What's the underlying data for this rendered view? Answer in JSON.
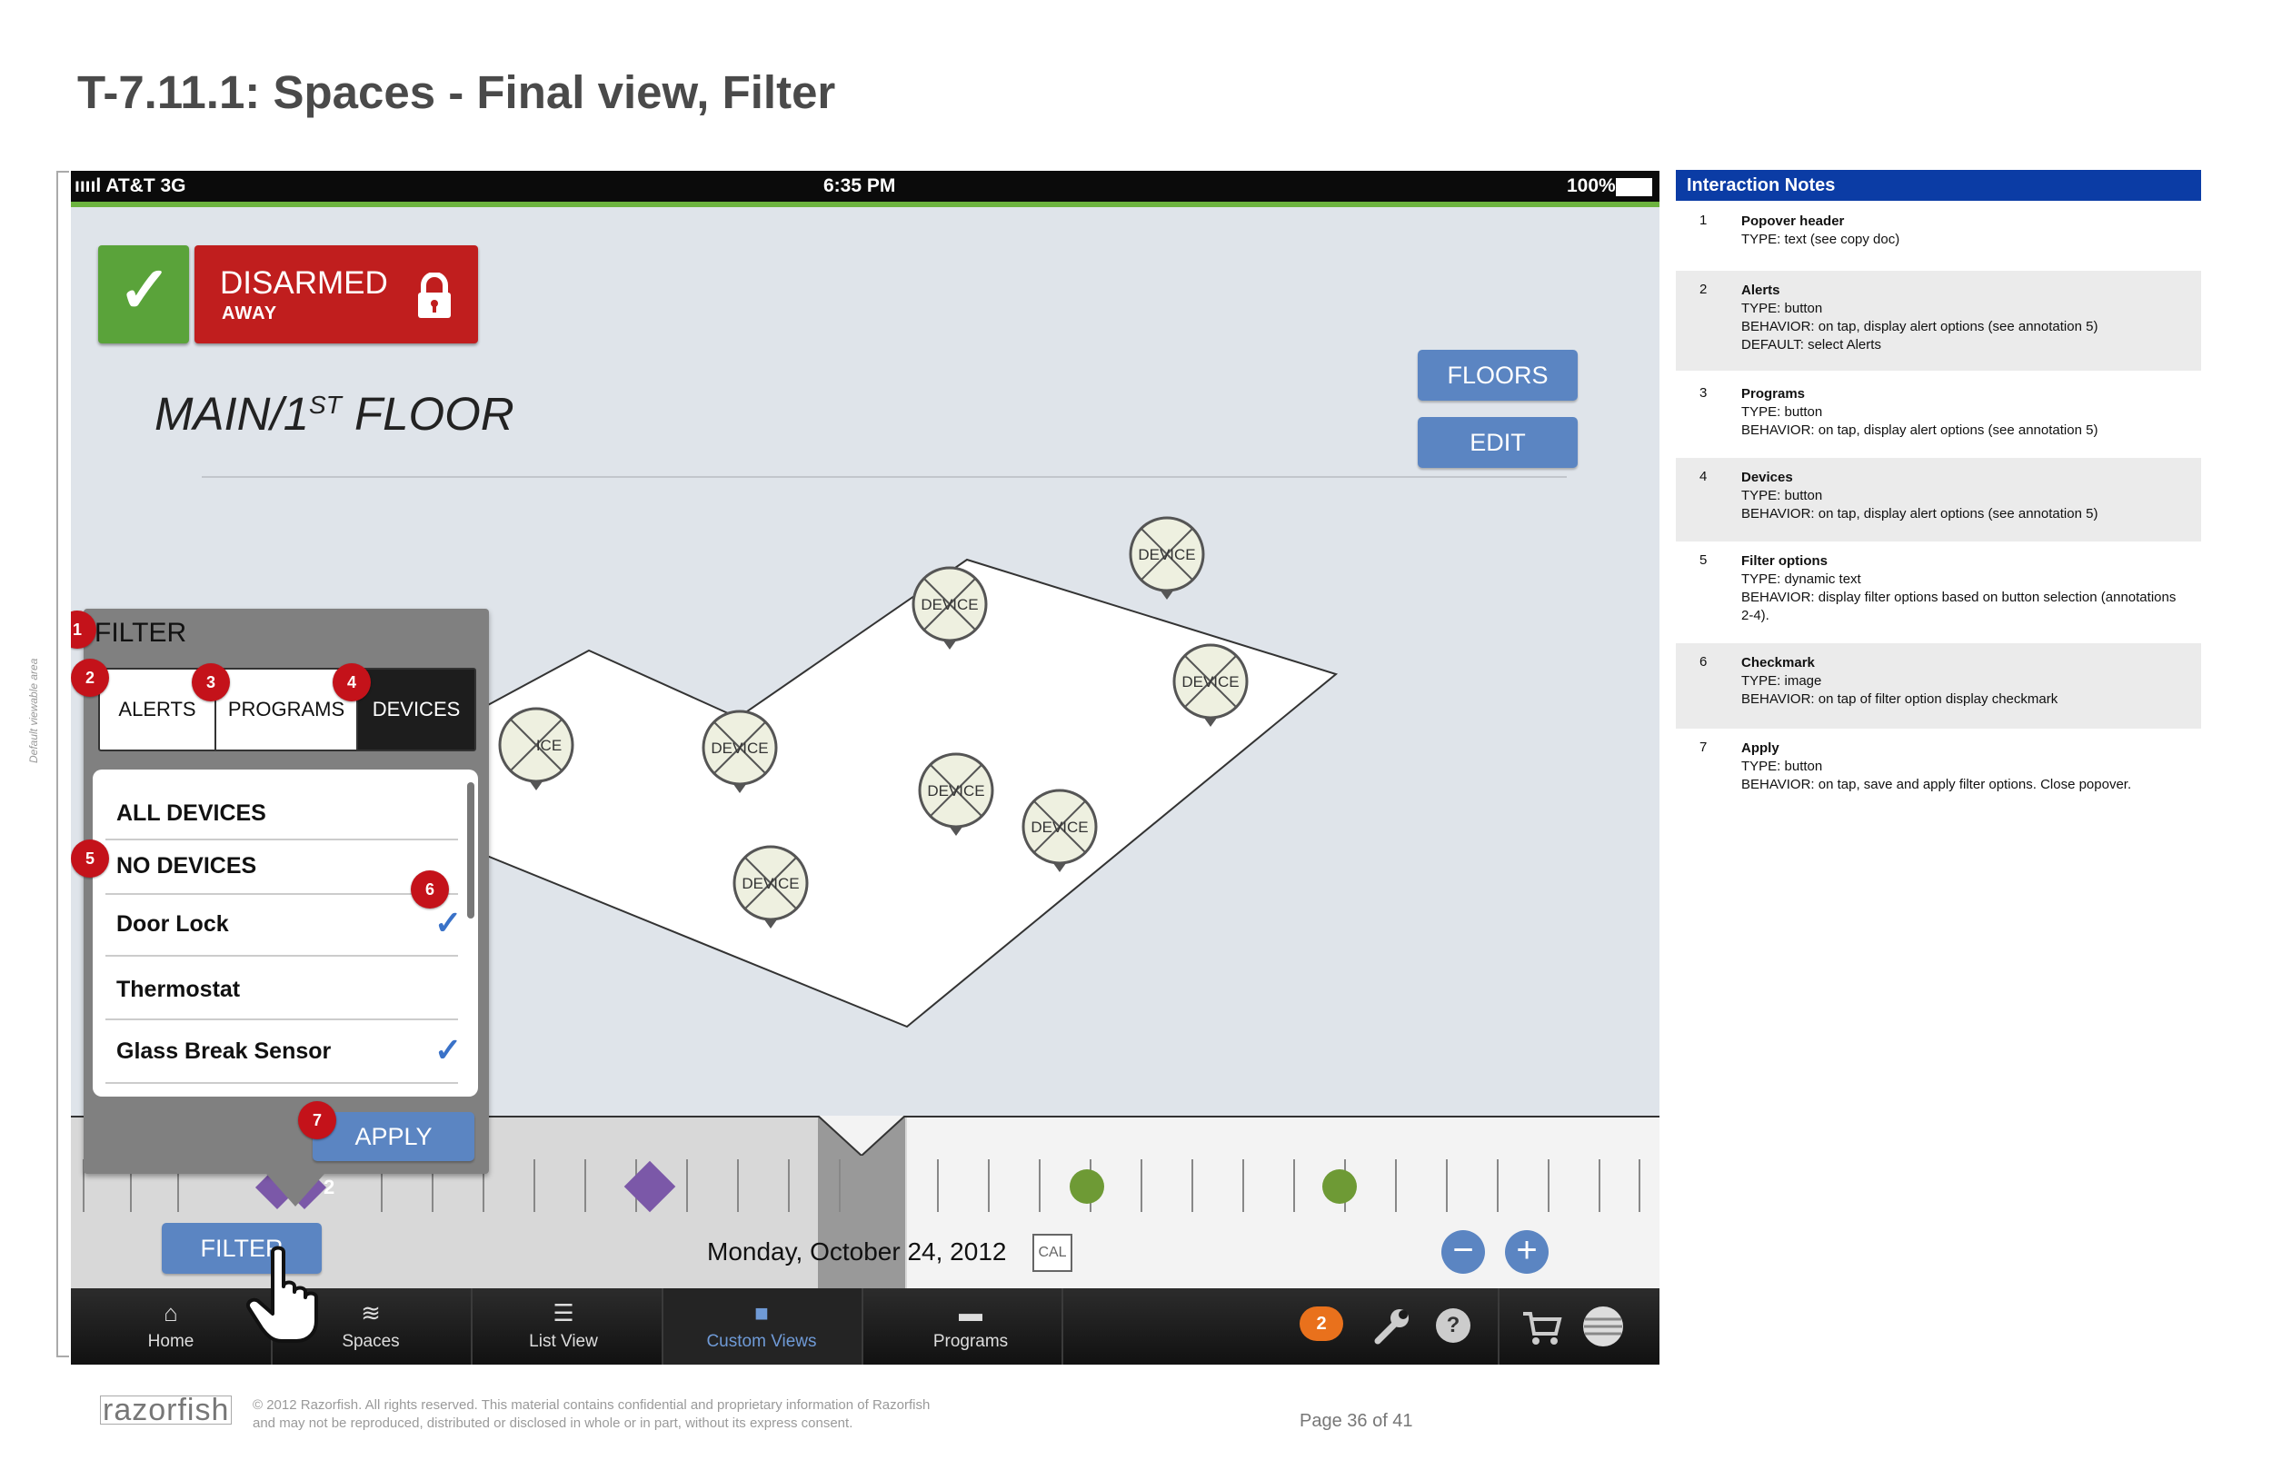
{
  "page": {
    "title": "T-7.11.1: Spaces - Final view, Filter",
    "viewable_label": "Default viewable area"
  },
  "status_bar": {
    "carrier": "ııııl AT&T  3G",
    "time": "6:35 PM",
    "battery": "100%"
  },
  "security": {
    "state": "DISARMED",
    "mode": "AWAY",
    "state_color": "#c01e1e",
    "ok_color": "#5aa33a"
  },
  "floor": {
    "title_main": "MAIN/1",
    "title_sup": "ST",
    "title_end": " FLOOR"
  },
  "buttons": {
    "floors": "FLOORS",
    "edit": "EDIT",
    "filter": "FILTER",
    "apply": "APPLY"
  },
  "device_label": "DEVICE",
  "devices": [
    {
      "label": "DEVICE"
    },
    {
      "label": "DEVICE"
    },
    {
      "label": "DEVICE"
    },
    {
      "label": "DEVICE"
    },
    {
      "label": "DEVICE"
    },
    {
      "label": "DEVICE"
    },
    {
      "label": "DEVICE"
    },
    {
      "label": "ICE"
    }
  ],
  "popover": {
    "title": "FILTER",
    "tabs": [
      "ALERTS",
      "PROGRAMS",
      "DEVICES"
    ],
    "selected_tab": "DEVICES",
    "options": [
      {
        "label": "ALL DEVICES",
        "checked": false
      },
      {
        "label": "NO DEVICES",
        "checked": false
      },
      {
        "label": "Door Lock",
        "checked": true
      },
      {
        "label": "Thermostat",
        "checked": false
      },
      {
        "label": "Glass Break Sensor",
        "checked": true
      }
    ],
    "check_glyph": "✓"
  },
  "badges": [
    "1",
    "2",
    "3",
    "4",
    "5",
    "6",
    "7"
  ],
  "timeline": {
    "date": "Monday, October 24, 2012",
    "cal": "CAL",
    "cluster_count": "2",
    "zoom_out": "−",
    "zoom_in": "+"
  },
  "tab_bar": {
    "tabs": [
      "Home",
      "Spaces",
      "List View",
      "Custom Views",
      "Programs"
    ],
    "active": "Custom Views",
    "message_count": "2",
    "help": "?"
  },
  "notes": {
    "header": "Interaction Notes",
    "items": [
      {
        "num": "1",
        "title": "Popover header",
        "lines": [
          "TYPE: text (see copy doc)"
        ]
      },
      {
        "num": "2",
        "title": "Alerts",
        "lines": [
          "TYPE: button",
          "BEHAVIOR: on tap, display alert options (see annotation 5)",
          "DEFAULT: select Alerts"
        ]
      },
      {
        "num": "3",
        "title": "Programs",
        "lines": [
          "TYPE: button",
          "BEHAVIOR: on tap, display alert options (see annotation 5)"
        ]
      },
      {
        "num": "4",
        "title": "Devices",
        "lines": [
          "TYPE: button",
          "BEHAVIOR: on tap, display alert options (see annotation 5)"
        ]
      },
      {
        "num": "5",
        "title": "Filter options",
        "lines": [
          "TYPE: dynamic text",
          "BEHAVIOR: display filter options based on button selection (annotations 2-4)."
        ]
      },
      {
        "num": "6",
        "title": "Checkmark",
        "lines": [
          "TYPE: image",
          "BEHAVIOR: on tap of filter option display checkmark"
        ]
      },
      {
        "num": "7",
        "title": "Apply",
        "lines": [
          "TYPE: button",
          "BEHAVIOR: on tap, save and apply filter options. Close popover."
        ]
      }
    ]
  },
  "footer": {
    "logo": "razorfish",
    "copyright_1": "© 2012 Razorfish. All rights reserved. This material contains confidential and proprietary information of Razorfish",
    "copyright_2": "and may not be reproduced, distributed or disclosed in whole or in part, without its express consent.",
    "page": "Page  36 of 41"
  }
}
